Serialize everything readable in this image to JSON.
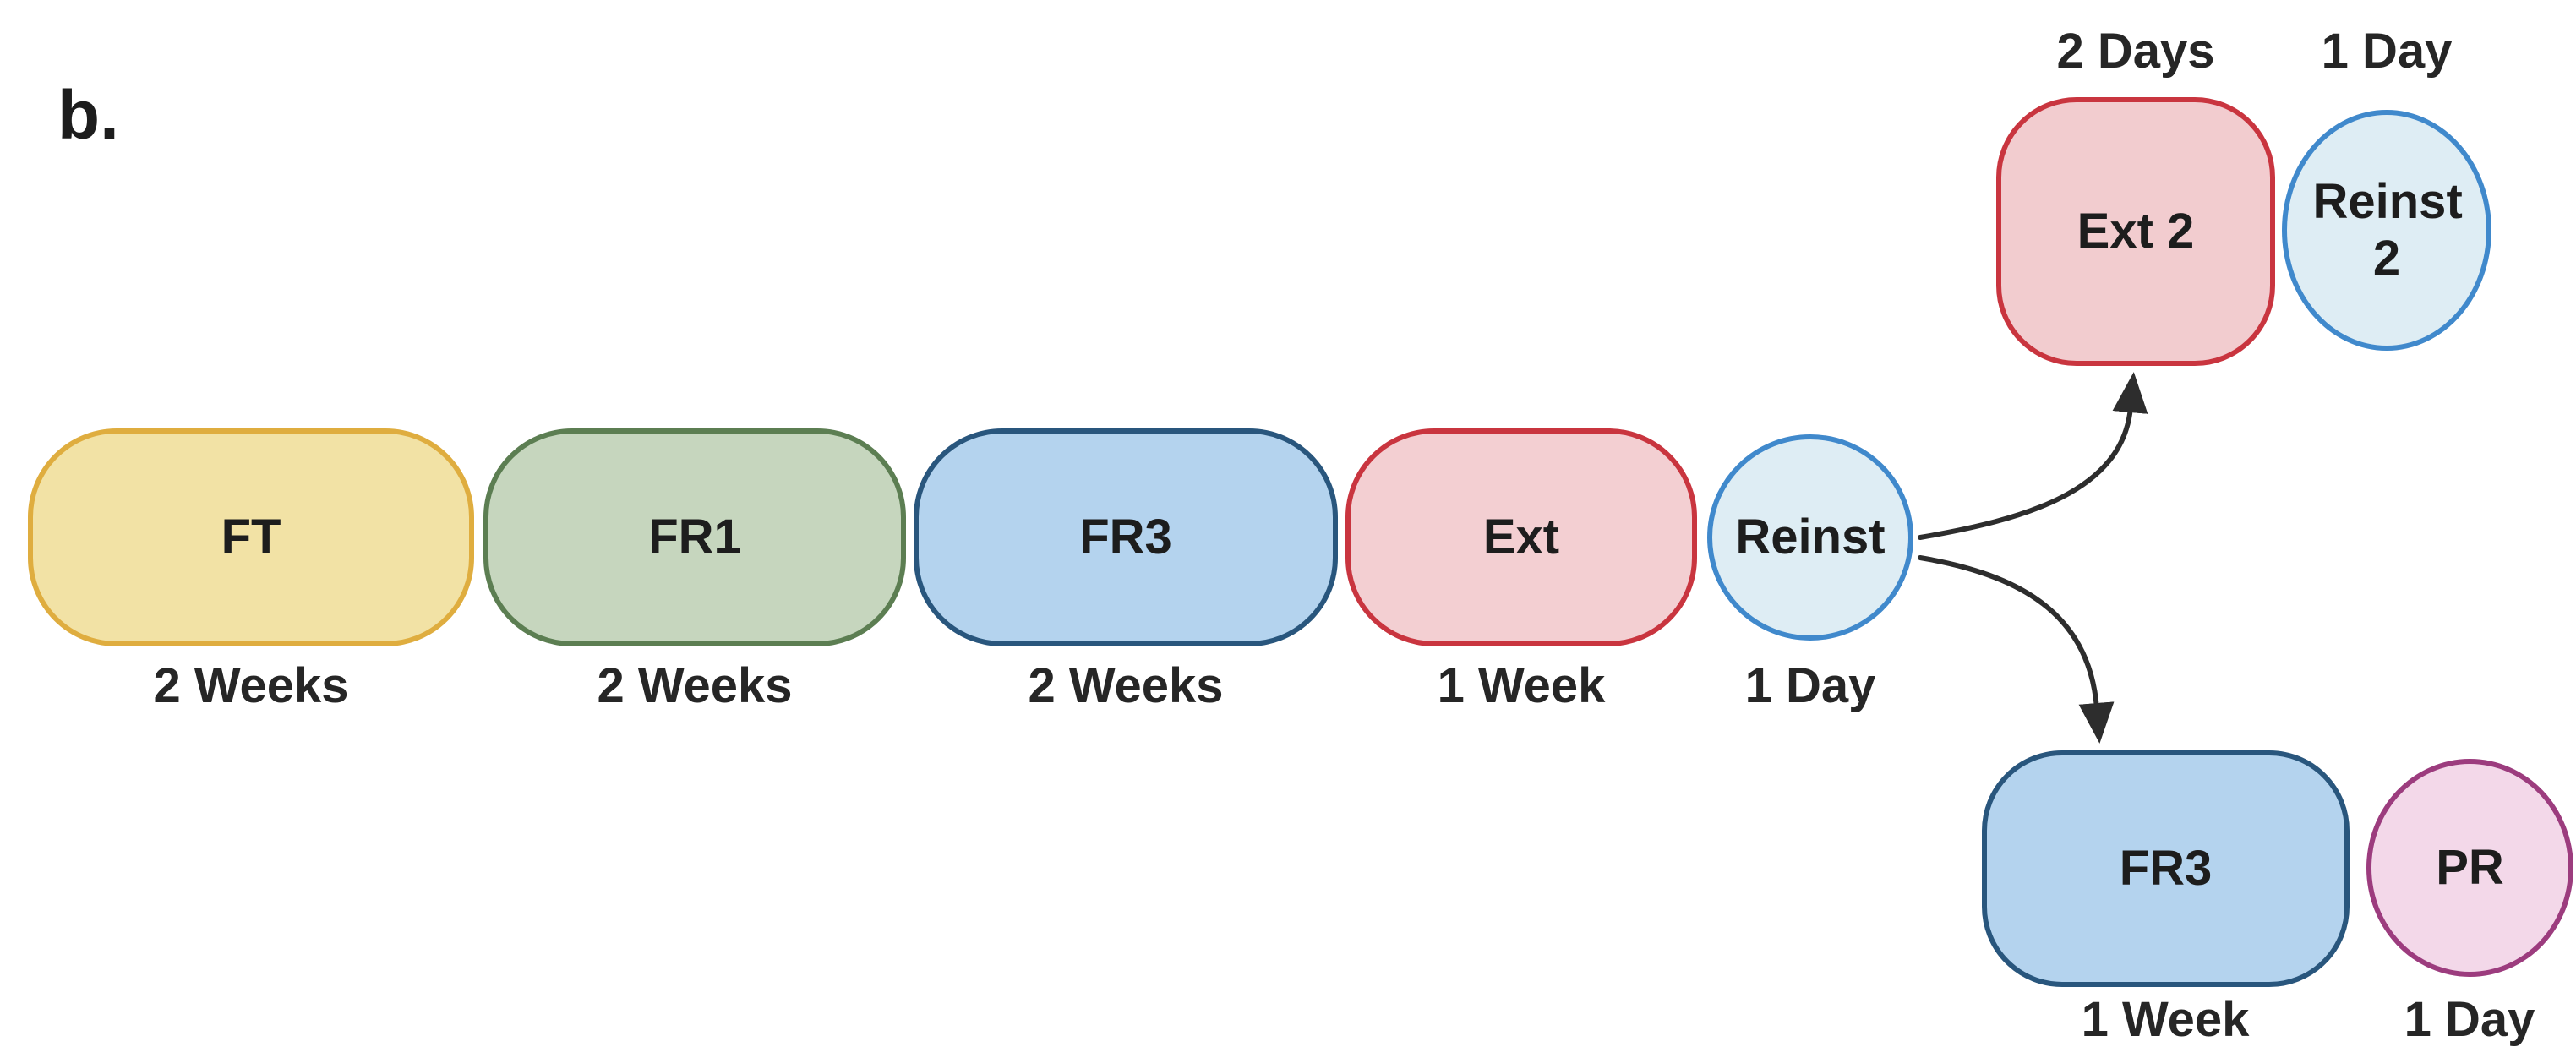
{
  "figure_label": "b.",
  "diagram": {
    "type": "experimental-timeline-flowchart",
    "background": "#ffffff",
    "text_color": "#1d1d1d",
    "arrow_color": "#2d2d2d"
  },
  "main_sequence": [
    {
      "label": "FT",
      "duration": "2 Weeks",
      "shape": "rounded-rect",
      "fill": "#F2E2A5",
      "border": "#DFAD3F"
    },
    {
      "label": "FR1",
      "duration": "2 Weeks",
      "shape": "rounded-rect",
      "fill": "#C6D6BE",
      "border": "#5C7E52"
    },
    {
      "label": "FR3",
      "duration": "2 Weeks",
      "shape": "rounded-rect",
      "fill": "#B4D3EE",
      "border": "#29567D"
    },
    {
      "label": "Ext",
      "duration": "1 Week",
      "shape": "rounded-rect",
      "fill": "#F3CFD2",
      "border": "#C9353F"
    },
    {
      "label": "Reinst",
      "duration": "1 Day",
      "shape": "circle",
      "fill": "#DEEDF4",
      "border": "#4089CC"
    }
  ],
  "branches": {
    "top": {
      "nodes": [
        {
          "label": "Ext 2",
          "duration": "2 Days",
          "duration_position": "above",
          "shape": "rounded-rect",
          "fill": "#F2CCCF",
          "border": "#C9353F"
        },
        {
          "label": "Reinst 2",
          "duration": "1 Day",
          "duration_position": "above",
          "shape": "circle",
          "fill": "#DEEDF4",
          "border": "#4089CC"
        }
      ]
    },
    "bottom": {
      "nodes": [
        {
          "label": "FR3",
          "duration": "1 Week",
          "duration_position": "below",
          "shape": "rounded-rect",
          "fill": "#B4D3EE",
          "border": "#29567D"
        },
        {
          "label": "PR",
          "duration": "1 Day",
          "duration_position": "below",
          "shape": "circle",
          "fill": "#F3D8E9",
          "border": "#9C3C7E"
        }
      ]
    }
  },
  "connections": [
    {
      "from": "Reinst",
      "to": "Ext 2",
      "style": "curved-arrow-up"
    },
    {
      "from": "Reinst",
      "to": "FR3 (retrain)",
      "style": "curved-arrow-down"
    }
  ]
}
